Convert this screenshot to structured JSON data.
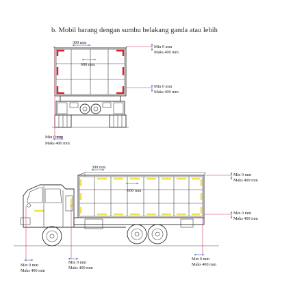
{
  "heading": "b.  Mobil barang dengan sumbu belakang ganda atau lebih",
  "colors": {
    "line": "#2b2b2b",
    "red_marking": "#e0202a",
    "yellow_marking": "#f2e24a",
    "dimension_arrow": "#5a78c8",
    "guide_line": "#d8345f"
  },
  "rear_view": {
    "top_width": "300 mm",
    "inner_spacing": "600 mm",
    "side_top": {
      "min": "Min 0 mm",
      "max": "Maks 400 mm"
    },
    "side_mid": {
      "min": "Min 0 mm",
      "max": "Maks 400 mm"
    },
    "bottom": {
      "min": "Min 0 mm",
      "max": "Maks 400 mm"
    }
  },
  "side_view": {
    "top_width": "300 mm",
    "inner_spacing": "600 mm",
    "right_top": {
      "min": "Min 0 mm",
      "max": "Maks 400 mm"
    },
    "right_mid": {
      "min": "Min 0 mm",
      "max": "Maks 400 mm"
    },
    "bottom_front": {
      "min": "Min 0 mm",
      "max": "Maks 400 mm"
    },
    "bottom_mid": {
      "min": "Min 0 mm",
      "max": "Maks 400 mm"
    },
    "bottom_rear": {
      "min": "Min 0 mm",
      "max": "Maks 400 mm"
    }
  }
}
